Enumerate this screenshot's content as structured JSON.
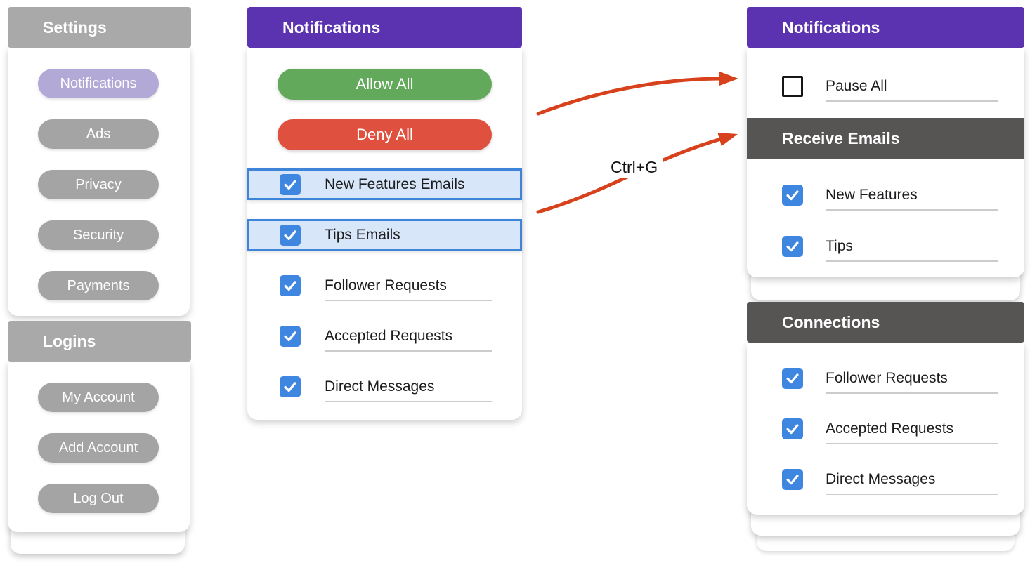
{
  "colors": {
    "purple": "#5b33b0",
    "band-gray": "#a9a9a9",
    "band-dark": "#575554",
    "pill-gray": "#a4a4a4",
    "pill-lavender": "#b2a9d6",
    "green": "#62a95c",
    "red": "#e0503e",
    "check-blue": "#3e86e0",
    "hl-bg": "#d8e6fa",
    "hl-border": "#3e84d9",
    "underline": "#cccccc",
    "arrow": "#d7421d",
    "text-dark": "#1d1d1f"
  },
  "shortcut": {
    "label": "Ctrl+G"
  },
  "settings_panel": {
    "header": "Settings",
    "items": [
      "Notifications",
      "Ads",
      "Privacy",
      "Security",
      "Payments"
    ],
    "active_item": "Notifications",
    "logins_header": "Logins",
    "login_items": [
      "My Account",
      "Add Account",
      "Log Out"
    ]
  },
  "notifications_panel": {
    "header": "Notifications",
    "allow_button": "Allow All",
    "deny_button": "Deny All",
    "rows": [
      {
        "label": "New Features Emails",
        "checked": true,
        "highlighted": true
      },
      {
        "label": "Tips Emails",
        "checked": true,
        "highlighted": true
      },
      {
        "label": "Follower Requests",
        "checked": true,
        "highlighted": false
      },
      {
        "label": "Accepted Requests",
        "checked": true,
        "highlighted": false
      },
      {
        "label": "Direct Messages",
        "checked": true,
        "highlighted": false
      }
    ]
  },
  "result_notifications_panel": {
    "header": "Notifications",
    "rows": [
      {
        "label": "Pause All",
        "checked": false
      }
    ],
    "subheader": "Receive Emails",
    "subrows": [
      {
        "label": "New Features",
        "checked": true
      },
      {
        "label": "Tips",
        "checked": true
      }
    ]
  },
  "result_connections_panel": {
    "header": "Connections",
    "rows": [
      {
        "label": "Follower Requests",
        "checked": true
      },
      {
        "label": "Accepted Requests",
        "checked": true
      },
      {
        "label": "Direct Messages",
        "checked": true
      }
    ]
  }
}
